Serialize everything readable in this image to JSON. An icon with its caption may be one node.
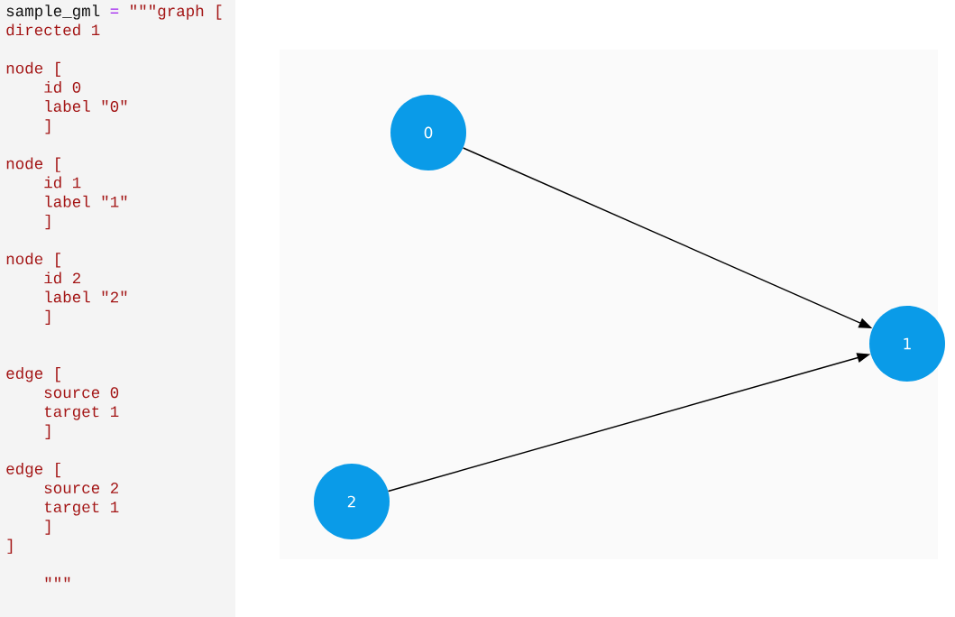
{
  "diagram": {
    "nodes": [
      {
        "text": [
          "0"
        ]
      },
      {
        "text": [
          "1"
        ]
      },
      {
        "text": [
          "2"
        ]
      }
    ],
    "edges": [
      {
        "from": 0,
        "to": 1,
        "arrow": "to"
      },
      {
        "from": 2,
        "to": 1,
        "arrow": "to"
      }
    ],
    "labels": [
      "sample_gml",
      "=",
      "\"\"\"graph [",
      "directed 1",
      "node [",
      "id 0",
      "label \"0\"",
      "]",
      "node [",
      "id 1",
      "label \"1\"",
      "]",
      "node [",
      "id 2",
      "label \"2\"",
      "]",
      "edge [",
      "source 0",
      "target 1",
      "]",
      "edge [",
      "source 2",
      "target 1",
      "]",
      "]",
      "\"\"\""
    ]
  }
}
